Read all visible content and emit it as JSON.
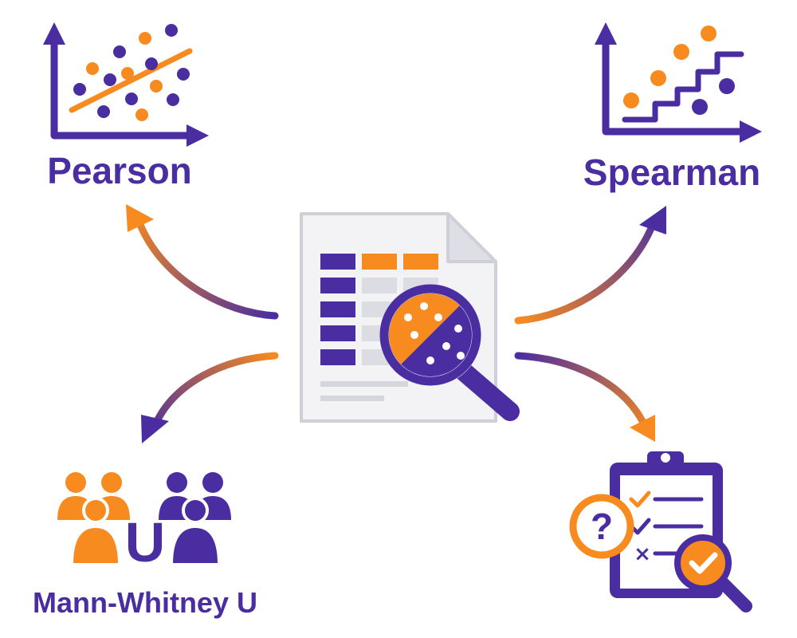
{
  "nodes": {
    "pearson": {
      "label": "Pearson"
    },
    "spearman": {
      "label": "Spearman"
    },
    "mann_whitney": {
      "label": "Mann-Whitney U",
      "badge_letter": "U"
    },
    "hypothesis_check": {
      "question_mark": "?",
      "cross_mark": "×"
    }
  },
  "colors": {
    "purple": "#4a2da0",
    "orange": "#f78b1f",
    "light_gray": "#e9e9ee",
    "mid_gray": "#c9c9d2"
  }
}
